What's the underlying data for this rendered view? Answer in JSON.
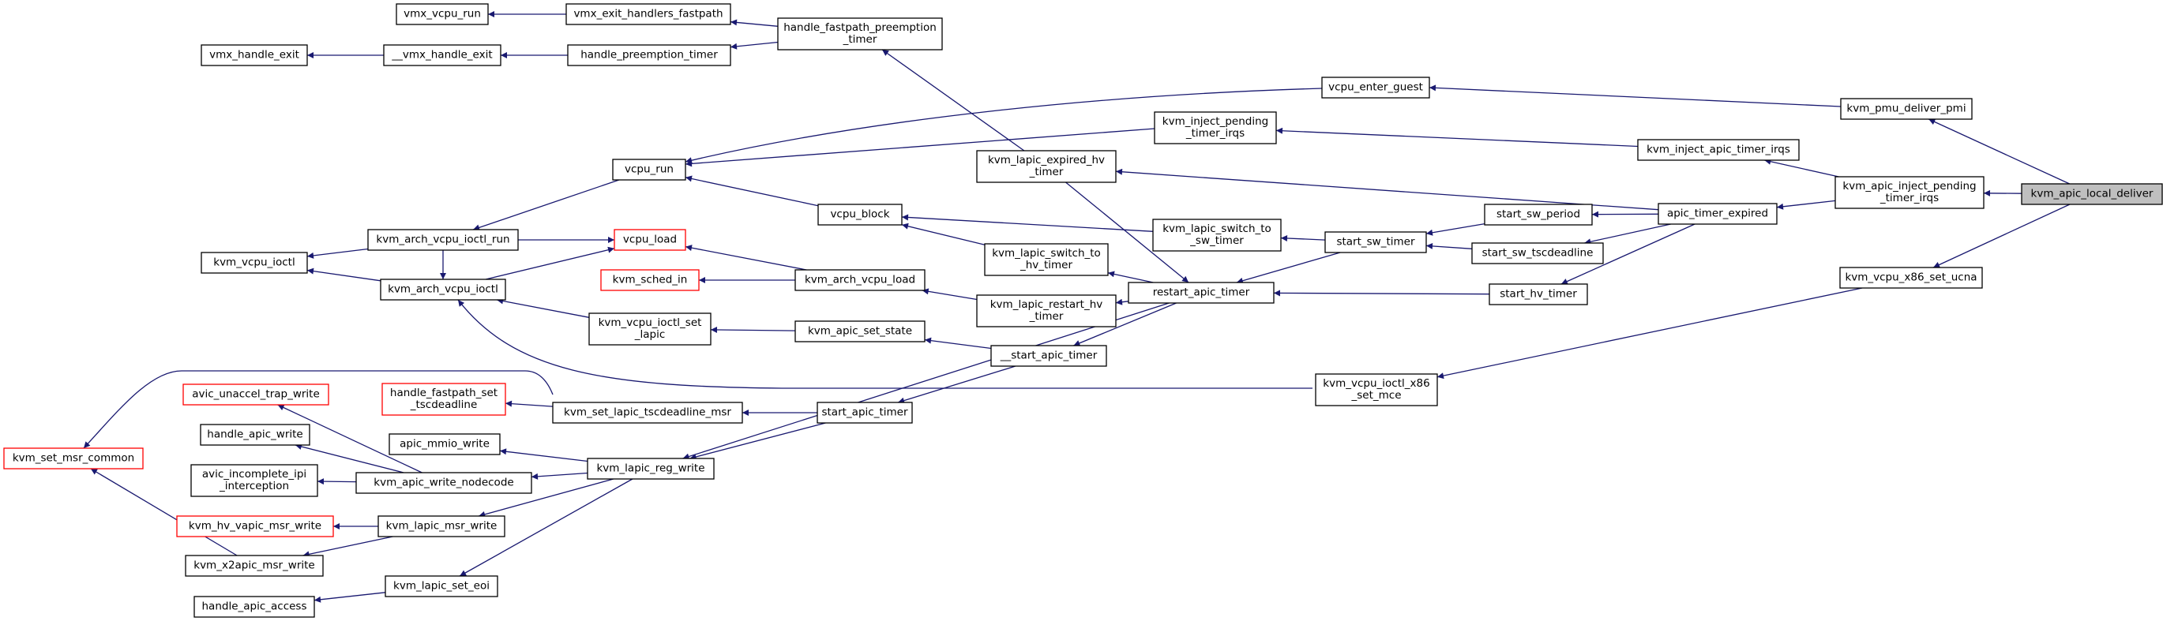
{
  "graph": {
    "root_node": "kvm_apic_local_deliver",
    "colors": {
      "edge": "#191970",
      "box_border": "#000000",
      "box_border_truncated": "#ff0000",
      "root_fill": "#bfbfbf"
    },
    "nodes": [
      {
        "id": "root",
        "lines": [
          "kvm_apic_local_deliver"
        ],
        "style": "focus"
      },
      {
        "id": "pmu",
        "lines": [
          "kvm_pmu_deliver_pmi"
        ],
        "style": "normal"
      },
      {
        "id": "injpend",
        "lines": [
          "kvm_apic_inject_pending",
          "_timer_irqs"
        ],
        "style": "normal"
      },
      {
        "id": "ucna",
        "lines": [
          "kvm_vcpu_x86_set_ucna"
        ],
        "style": "normal"
      },
      {
        "id": "enterguest",
        "lines": [
          "vcpu_enter_guest"
        ],
        "style": "normal"
      },
      {
        "id": "injapic",
        "lines": [
          "kvm_inject_apic_timer_irqs"
        ],
        "style": "normal"
      },
      {
        "id": "ate",
        "lines": [
          "apic_timer_expired"
        ],
        "style": "normal"
      },
      {
        "id": "mce",
        "lines": [
          "kvm_vcpu_ioctl_x86",
          "_set_mce"
        ],
        "style": "normal"
      },
      {
        "id": "injpt",
        "lines": [
          "kvm_inject_pending",
          "_timer_irqs"
        ],
        "style": "normal"
      },
      {
        "id": "expired",
        "lines": [
          "kvm_lapic_expired_hv",
          "_timer"
        ],
        "style": "normal"
      },
      {
        "id": "swperiod",
        "lines": [
          "start_sw_period"
        ],
        "style": "normal"
      },
      {
        "id": "swtsc",
        "lines": [
          "start_sw_tscdeadline"
        ],
        "style": "normal"
      },
      {
        "id": "swtimer",
        "lines": [
          "start_sw_timer"
        ],
        "style": "normal"
      },
      {
        "id": "hvtimer",
        "lines": [
          "start_hv_timer"
        ],
        "style": "normal"
      },
      {
        "id": "hfpt",
        "lines": [
          "handle_fastpath_preemption",
          "_timer"
        ],
        "style": "normal"
      },
      {
        "id": "vcpurun",
        "lines": [
          "vcpu_run"
        ],
        "style": "normal"
      },
      {
        "id": "swsw",
        "lines": [
          "kvm_lapic_switch_to",
          "_sw_timer"
        ],
        "style": "normal"
      },
      {
        "id": "restart",
        "lines": [
          "restart_apic_timer"
        ],
        "style": "normal"
      },
      {
        "id": "vmxfast",
        "lines": [
          "vmx_exit_handlers_fastpath"
        ],
        "style": "normal"
      },
      {
        "id": "hpt",
        "lines": [
          "handle_preemption_timer"
        ],
        "style": "normal"
      },
      {
        "id": "vcpublock",
        "lines": [
          "vcpu_block"
        ],
        "style": "normal"
      },
      {
        "id": "swhv",
        "lines": [
          "kvm_lapic_switch_to",
          "_hv_timer"
        ],
        "style": "normal"
      },
      {
        "id": "restarthv",
        "lines": [
          "kvm_lapic_restart_hv",
          "_timer"
        ],
        "style": "normal"
      },
      {
        "id": "startapic2",
        "lines": [
          "__start_apic_timer"
        ],
        "style": "normal"
      },
      {
        "id": "vmxrun",
        "lines": [
          "vmx_vcpu_run"
        ],
        "style": "normal"
      },
      {
        "id": "vmxexit2",
        "lines": [
          "__vmx_handle_exit"
        ],
        "style": "normal"
      },
      {
        "id": "archrun",
        "lines": [
          "kvm_arch_vcpu_ioctl_run"
        ],
        "style": "normal"
      },
      {
        "id": "archload",
        "lines": [
          "kvm_arch_vcpu_load"
        ],
        "style": "normal"
      },
      {
        "id": "setstate",
        "lines": [
          "kvm_apic_set_state"
        ],
        "style": "normal"
      },
      {
        "id": "startapic",
        "lines": [
          "start_apic_timer"
        ],
        "style": "normal"
      },
      {
        "id": "vmxexit",
        "lines": [
          "vmx_handle_exit"
        ],
        "style": "normal"
      },
      {
        "id": "vcpuload",
        "lines": [
          "vcpu_load"
        ],
        "style": "truncated"
      },
      {
        "id": "schedin",
        "lines": [
          "kvm_sched_in"
        ],
        "style": "truncated"
      },
      {
        "id": "ioctlset",
        "lines": [
          "kvm_vcpu_ioctl_set",
          "_lapic"
        ],
        "style": "normal"
      },
      {
        "id": "archioctl",
        "lines": [
          "kvm_arch_vcpu_ioctl"
        ],
        "style": "normal"
      },
      {
        "id": "vcpuioctl",
        "lines": [
          "kvm_vcpu_ioctl"
        ],
        "style": "normal"
      },
      {
        "id": "tscmsr",
        "lines": [
          "kvm_set_lapic_tscdeadline_msr"
        ],
        "style": "normal"
      },
      {
        "id": "regwrite",
        "lines": [
          "kvm_lapic_reg_write"
        ],
        "style": "normal"
      },
      {
        "id": "hfst",
        "lines": [
          "handle_fastpath_set",
          "_tscdeadline"
        ],
        "style": "truncated"
      },
      {
        "id": "mmio",
        "lines": [
          "apic_mmio_write"
        ],
        "style": "normal"
      },
      {
        "id": "nodecode",
        "lines": [
          "kvm_apic_write_nodecode"
        ],
        "style": "normal"
      },
      {
        "id": "msrwrite",
        "lines": [
          "kvm_lapic_msr_write"
        ],
        "style": "normal"
      },
      {
        "id": "seteoi",
        "lines": [
          "kvm_lapic_set_eoi"
        ],
        "style": "normal"
      },
      {
        "id": "avictrap",
        "lines": [
          "avic_unaccel_trap_write"
        ],
        "style": "truncated"
      },
      {
        "id": "hapicw",
        "lines": [
          "handle_apic_write"
        ],
        "style": "normal"
      },
      {
        "id": "avicipi",
        "lines": [
          "avic_incomplete_ipi",
          "_interception"
        ],
        "style": "normal"
      },
      {
        "id": "hvvapic",
        "lines": [
          "kvm_hv_vapic_msr_write"
        ],
        "style": "truncated"
      },
      {
        "id": "x2apic",
        "lines": [
          "kvm_x2apic_msr_write"
        ],
        "style": "normal"
      },
      {
        "id": "hapica",
        "lines": [
          "handle_apic_access"
        ],
        "style": "normal"
      },
      {
        "id": "setmsr",
        "lines": [
          "kvm_set_msr_common"
        ],
        "style": "truncated"
      }
    ],
    "edges": [
      [
        "pmu",
        "root"
      ],
      [
        "injpend",
        "root"
      ],
      [
        "ucna",
        "root"
      ],
      [
        "enterguest",
        "pmu"
      ],
      [
        "injapic",
        "injpend"
      ],
      [
        "ate",
        "injpend"
      ],
      [
        "mce",
        "ucna"
      ],
      [
        "vcpurun",
        "enterguest"
      ],
      [
        "injpt",
        "injapic"
      ],
      [
        "expired",
        "ate"
      ],
      [
        "swperiod",
        "ate"
      ],
      [
        "swtsc",
        "ate"
      ],
      [
        "hvtimer",
        "ate"
      ],
      [
        "archioctl",
        "mce"
      ],
      [
        "vcpurun",
        "injpt"
      ],
      [
        "hfpt",
        "expired"
      ],
      [
        "restart",
        "expired"
      ],
      [
        "swtimer",
        "swperiod"
      ],
      [
        "swtimer",
        "swtsc"
      ],
      [
        "restart",
        "hvtimer"
      ],
      [
        "swsw",
        "swtimer"
      ],
      [
        "restart",
        "swtimer"
      ],
      [
        "vmxfast",
        "hfpt"
      ],
      [
        "hpt",
        "hfpt"
      ],
      [
        "archrun",
        "vcpurun"
      ],
      [
        "vcpublock",
        "swsw"
      ],
      [
        "vcpurun",
        "vcpublock"
      ],
      [
        "swhv",
        "restart"
      ],
      [
        "restarthv",
        "restart"
      ],
      [
        "startapic2",
        "restart"
      ],
      [
        "regwrite",
        "restart"
      ],
      [
        "vmxrun",
        "vmxfast"
      ],
      [
        "vmxexit2",
        "hpt"
      ],
      [
        "vcpublock",
        "swhv"
      ],
      [
        "archload",
        "restarthv"
      ],
      [
        "setstate",
        "startapic2"
      ],
      [
        "startapic",
        "startapic2"
      ],
      [
        "vmxexit",
        "vmxexit2"
      ],
      [
        "archioctl",
        "archrun"
      ],
      [
        "vcpuload",
        "archrun"
      ],
      [
        "vcpuload",
        "archload"
      ],
      [
        "schedin",
        "archload"
      ],
      [
        "ioctlset",
        "setstate"
      ],
      [
        "tscmsr",
        "startapic"
      ],
      [
        "regwrite",
        "startapic"
      ],
      [
        "vcpuioctl",
        "archrun"
      ],
      [
        "vcpuioctl",
        "archioctl"
      ],
      [
        "vcpuload",
        "archioctl"
      ],
      [
        "archioctl",
        "ioctlset"
      ],
      [
        "hfst",
        "tscmsr"
      ],
      [
        "setmsr",
        "tscmsr"
      ],
      [
        "mmio",
        "regwrite"
      ],
      [
        "nodecode",
        "regwrite"
      ],
      [
        "msrwrite",
        "regwrite"
      ],
      [
        "seteoi",
        "regwrite"
      ],
      [
        "avictrap",
        "nodecode"
      ],
      [
        "hapicw",
        "nodecode"
      ],
      [
        "avicipi",
        "nodecode"
      ],
      [
        "hvvapic",
        "msrwrite"
      ],
      [
        "x2apic",
        "msrwrite"
      ],
      [
        "hapica",
        "seteoi"
      ],
      [
        "setmsr",
        "x2apic"
      ]
    ]
  }
}
